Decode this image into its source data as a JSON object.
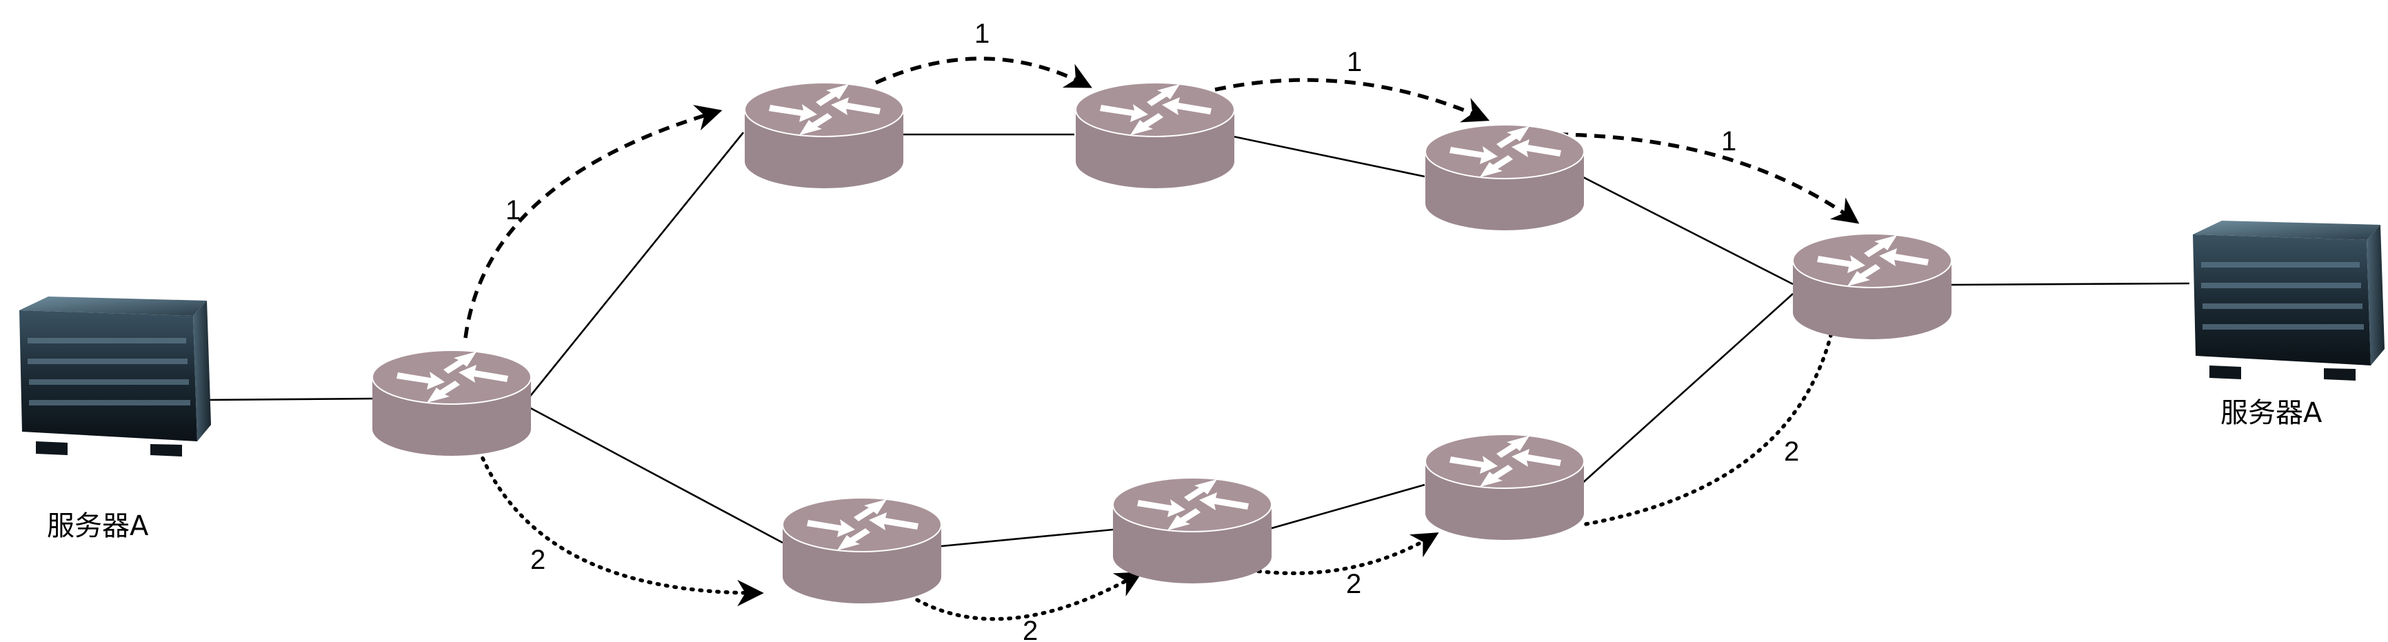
{
  "servers": [
    {
      "id": "left",
      "label": "服务器A"
    },
    {
      "id": "right",
      "label": "服务器A"
    }
  ],
  "routers": [
    "r0",
    "t1",
    "t2",
    "t3",
    "d",
    "b1",
    "b2",
    "b3"
  ],
  "links": [
    [
      "left",
      "r0"
    ],
    [
      "r0",
      "t1"
    ],
    [
      "t1",
      "t2"
    ],
    [
      "t2",
      "t3"
    ],
    [
      "t3",
      "d"
    ],
    [
      "d",
      "right"
    ],
    [
      "r0",
      "b1"
    ],
    [
      "b1",
      "b2"
    ],
    [
      "b2",
      "b3"
    ],
    [
      "b3",
      "d"
    ]
  ],
  "paths": [
    {
      "id": "1",
      "style": "dashed",
      "hops": [
        "r0",
        "t1",
        "t2",
        "t3",
        "d"
      ],
      "labels": [
        "1",
        "1",
        "1",
        "1"
      ]
    },
    {
      "id": "2",
      "style": "dotted",
      "hops": [
        "r0",
        "b1",
        "b2",
        "b3",
        "d"
      ],
      "labels": [
        "2",
        "2",
        "2",
        "2"
      ]
    }
  ]
}
